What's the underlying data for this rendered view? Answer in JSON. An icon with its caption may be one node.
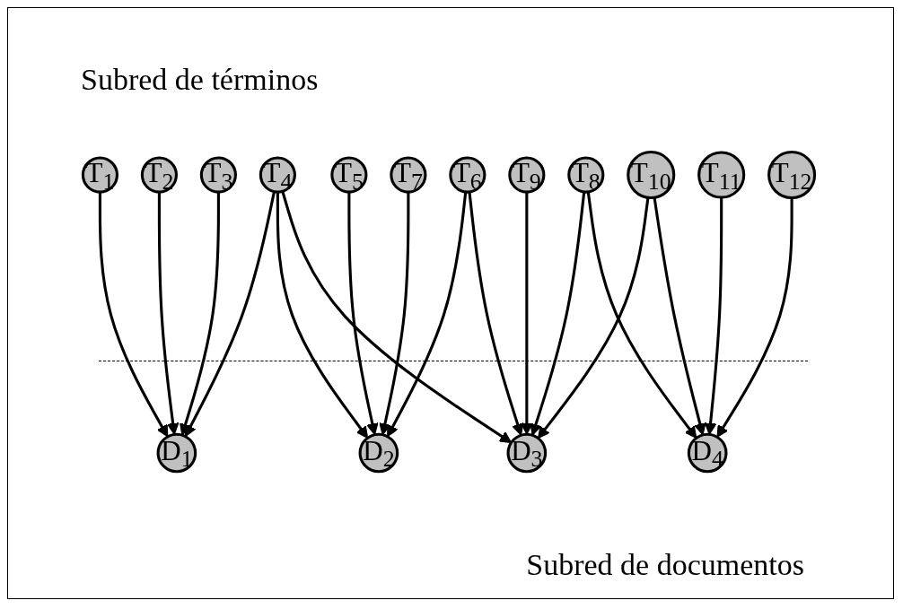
{
  "diagram": {
    "nodes": [
      {
        "text": [
          "T$_{1}$"
        ]
      },
      {
        "text": [
          "T$_{2}$"
        ]
      },
      {
        "text": [
          "T$_{3}$"
        ]
      },
      {
        "text": [
          "T$_{4}$"
        ]
      },
      {
        "text": [
          "T$_{5}$"
        ]
      },
      {
        "text": [
          "T$_{6}$"
        ]
      },
      {
        "text": [
          "T$_{7}$"
        ]
      },
      {
        "text": [
          "T$_{8}$"
        ]
      },
      {
        "text": [
          "T$_{9}$"
        ]
      },
      {
        "text": [
          "T$_{10}$"
        ]
      },
      {
        "text": [
          "T$_{11}$"
        ]
      },
      {
        "text": [
          "T$_{12}$"
        ]
      },
      {
        "text": [
          "D$_{1}$"
        ]
      },
      {
        "text": [
          "D$_{2}$"
        ]
      },
      {
        "text": [
          "D$_{3}$"
        ]
      },
      {
        "text": [
          "D$_{4}$"
        ]
      }
    ],
    "edges": [
      {
        "from": 0,
        "to": 12,
        "arrow": "to"
      },
      {
        "from": 1,
        "to": 12,
        "arrow": "to"
      },
      {
        "from": 2,
        "to": 12,
        "arrow": "to"
      },
      {
        "from": 3,
        "to": 12,
        "arrow": "to"
      },
      {
        "from": 3,
        "to": 13,
        "arrow": "to"
      },
      {
        "from": 3,
        "to": 14,
        "arrow": "to"
      },
      {
        "from": 4,
        "to": 13,
        "arrow": "to"
      },
      {
        "from": 5,
        "to": 13,
        "arrow": "to"
      },
      {
        "from": 5,
        "to": 14,
        "arrow": "to"
      },
      {
        "from": 6,
        "to": 13,
        "arrow": "to"
      },
      {
        "from": 7,
        "to": 14,
        "arrow": "to"
      },
      {
        "from": 7,
        "to": 15,
        "arrow": "to"
      },
      {
        "from": 8,
        "to": 14,
        "arrow": "to"
      },
      {
        "from": 9,
        "to": 14,
        "arrow": "to"
      },
      {
        "from": 9,
        "to": 15,
        "arrow": "to"
      },
      {
        "from": 10,
        "to": 15,
        "arrow": "to"
      },
      {
        "from": 11,
        "to": 15,
        "arrow": "to"
      }
    ],
    "labels": [
      "Subred de términos",
      "Subred de documentos"
    ]
  }
}
